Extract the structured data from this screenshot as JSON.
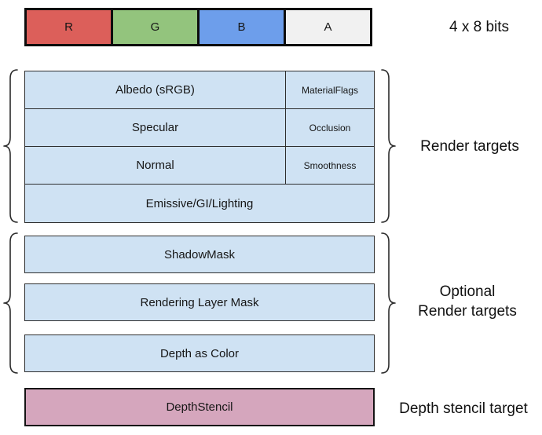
{
  "top_bar": {
    "cells": [
      {
        "label": "R",
        "color": "#dc5f5a"
      },
      {
        "label": "G",
        "color": "#93c47d"
      },
      {
        "label": "B",
        "color": "#6d9eeb"
      },
      {
        "label": "A",
        "color": "#f1f1f1"
      }
    ],
    "caption": "4 x 8 bits"
  },
  "render_targets": {
    "caption": "Render targets",
    "fill": "#cfe2f3",
    "rows": [
      {
        "rgb": "Albedo (sRGB)",
        "alpha": "MaterialFlags"
      },
      {
        "rgb": "Specular",
        "alpha": "Occlusion"
      },
      {
        "rgb": "Normal",
        "alpha": "Smoothness"
      },
      {
        "rgb": "Emissive/GI/Lighting",
        "alpha": ""
      }
    ]
  },
  "optional_render_targets": {
    "caption_line1": "Optional",
    "caption_line2": "Render targets",
    "fill": "#cfe2f3",
    "boxes": [
      {
        "label": "ShadowMask"
      },
      {
        "label": "Rendering Layer Mask"
      },
      {
        "label": "Depth as Color"
      }
    ]
  },
  "depth_stencil": {
    "caption": "Depth stencil target",
    "box_label": "DepthStencil",
    "fill": "#d5a6bd"
  }
}
